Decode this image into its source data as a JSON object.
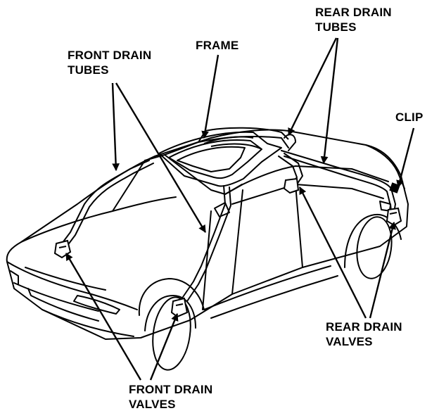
{
  "diagram": {
    "labels": {
      "front_drain_tubes": [
        "FRONT DRAIN",
        "TUBES"
      ],
      "frame": "FRAME",
      "rear_drain_tubes": [
        "REAR DRAIN",
        "TUBES"
      ],
      "clip": "CLIP",
      "rear_drain_valves": [
        "REAR DRAIN",
        "VALVES"
      ],
      "front_drain_valves": [
        "FRONT DRAIN",
        "VALVES"
      ]
    }
  }
}
